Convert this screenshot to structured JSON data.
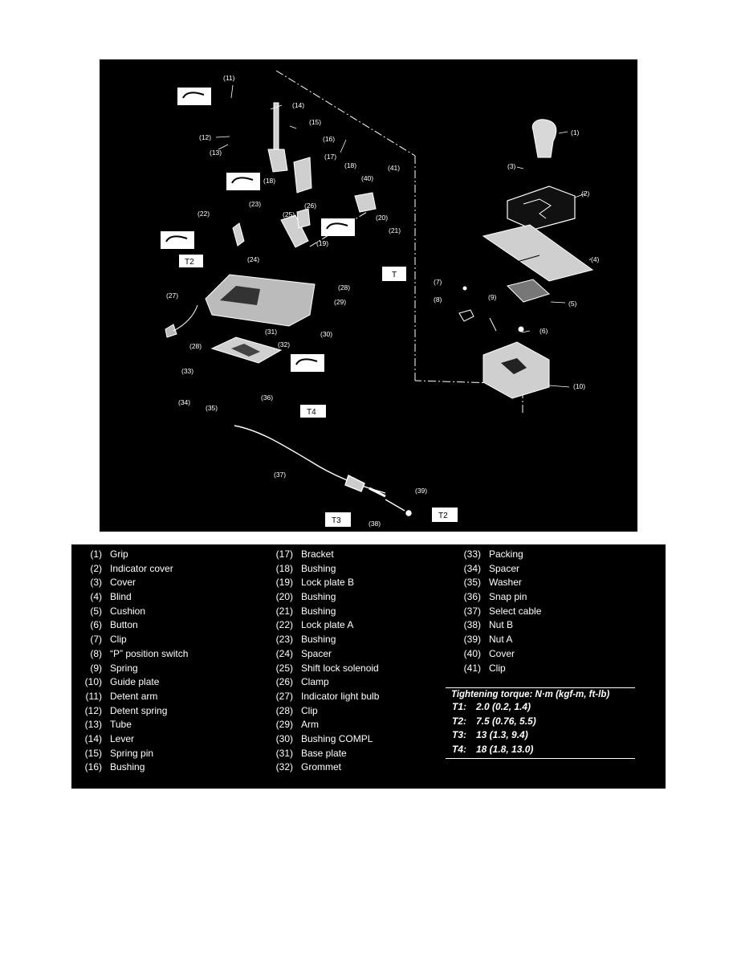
{
  "diagram": {
    "callouts": [
      "(1)",
      "(2)",
      "(3)",
      "(4)",
      "(5)",
      "(6)",
      "(7)",
      "(8)",
      "(9)",
      "(10)",
      "(11)",
      "(12)",
      "(13)",
      "(14)",
      "(15)",
      "(16)",
      "(17)",
      "(18)",
      "(18)",
      "(19)",
      "(20)",
      "(21)",
      "(22)",
      "(23)",
      "(24)",
      "(25)",
      "(26)",
      "(27)",
      "(28)",
      "(28)",
      "(29)",
      "(30)",
      "(31)",
      "(32)",
      "(33)",
      "(34)",
      "(35)",
      "(36)",
      "(37)",
      "(38)",
      "(39)",
      "(40)",
      "(41)"
    ],
    "torque_tags": [
      "T2",
      "T",
      "T4",
      "T3",
      "T2"
    ]
  },
  "legend": {
    "col1": [
      {
        "num": "(1)",
        "name": "Grip"
      },
      {
        "num": "(2)",
        "name": "Indicator cover"
      },
      {
        "num": "(3)",
        "name": "Cover"
      },
      {
        "num": "(4)",
        "name": "Blind"
      },
      {
        "num": "(5)",
        "name": "Cushion"
      },
      {
        "num": "(6)",
        "name": "Button"
      },
      {
        "num": "(7)",
        "name": "Clip"
      },
      {
        "num": "(8)",
        "name": "“P” position switch"
      },
      {
        "num": "(9)",
        "name": "Spring"
      },
      {
        "num": "(10)",
        "name": "Guide plate"
      },
      {
        "num": "(11)",
        "name": "Detent arm"
      },
      {
        "num": "(12)",
        "name": "Detent spring"
      },
      {
        "num": "(13)",
        "name": "Tube"
      },
      {
        "num": "(14)",
        "name": "Lever"
      },
      {
        "num": "(15)",
        "name": "Spring pin"
      },
      {
        "num": "(16)",
        "name": "Bushing"
      }
    ],
    "col2": [
      {
        "num": "(17)",
        "name": "Bracket"
      },
      {
        "num": "(18)",
        "name": "Bushing"
      },
      {
        "num": "(19)",
        "name": "Lock plate B"
      },
      {
        "num": "(20)",
        "name": "Bushing"
      },
      {
        "num": "(21)",
        "name": "Bushing"
      },
      {
        "num": "(22)",
        "name": "Lock plate A"
      },
      {
        "num": "(23)",
        "name": "Bushing"
      },
      {
        "num": "(24)",
        "name": "Spacer"
      },
      {
        "num": "(25)",
        "name": "Shift lock solenoid"
      },
      {
        "num": "(26)",
        "name": "Clamp"
      },
      {
        "num": "(27)",
        "name": "Indicator light bulb"
      },
      {
        "num": "(28)",
        "name": "Clip"
      },
      {
        "num": "(29)",
        "name": "Arm"
      },
      {
        "num": "(30)",
        "name": "Bushing COMPL"
      },
      {
        "num": "(31)",
        "name": "Base plate"
      },
      {
        "num": "(32)",
        "name": "Grommet"
      }
    ],
    "col3": [
      {
        "num": "(33)",
        "name": "Packing"
      },
      {
        "num": "(34)",
        "name": "Spacer"
      },
      {
        "num": "(35)",
        "name": "Washer"
      },
      {
        "num": "(36)",
        "name": "Snap pin"
      },
      {
        "num": "(37)",
        "name": "Select cable"
      },
      {
        "num": "(38)",
        "name": "Nut B"
      },
      {
        "num": "(39)",
        "name": "Nut A"
      },
      {
        "num": "(40)",
        "name": "Cover"
      },
      {
        "num": "(41)",
        "name": "Clip"
      }
    ],
    "torque": {
      "title": "Tightening torque: N·m (kgf-m, ft-lb)",
      "rows": [
        {
          "label": "T1:",
          "value": "2.0 (0.2, 1.4)"
        },
        {
          "label": "T2:",
          "value": "7.5 (0.76, 5.5)"
        },
        {
          "label": "T3:",
          "value": "13 (1.3, 9.4)"
        },
        {
          "label": "T4:",
          "value": "18 (1.8, 13.0)"
        }
      ]
    }
  }
}
